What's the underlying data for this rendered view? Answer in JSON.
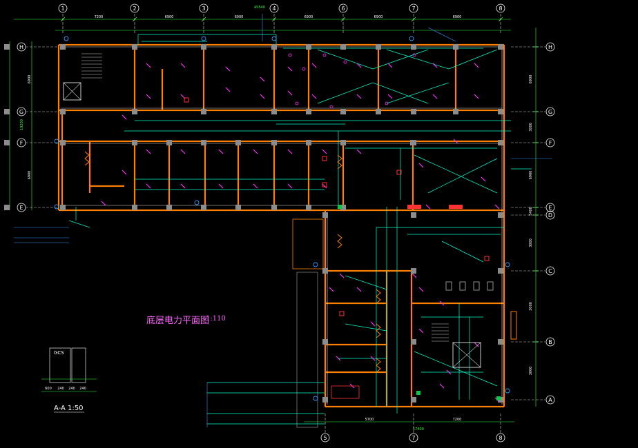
{
  "drawing": {
    "title": "底层电力平面图",
    "scale": "1:110",
    "section_title": "A-A 1:50",
    "section_label": "GCS",
    "total_dim_top": "45540",
    "total_dim_bottom": "17400",
    "left_total_dim": "19200"
  },
  "axes": {
    "top": [
      "1",
      "2",
      "3",
      "4",
      "6",
      "7",
      "8"
    ],
    "bottom": [
      "5",
      "7",
      "8"
    ],
    "left": [
      "H",
      "G",
      "F",
      "E"
    ],
    "right": [
      "H",
      "G",
      "F",
      "E",
      "D",
      "C",
      "B",
      "A"
    ]
  },
  "top_dims": [
    "7200",
    "6900",
    "6900",
    "6900",
    "6900",
    "6900"
  ],
  "bottom_dims": [
    "5700",
    "7200"
  ],
  "right_dims": [
    "6900",
    "3000",
    "6900",
    "5400",
    "3000",
    "3000",
    "3000"
  ],
  "left_dims": [
    "6900",
    "6900"
  ],
  "section_dims": [
    "600",
    "240",
    "240",
    "240"
  ],
  "colors": {
    "background": "#000000",
    "wall": "#ff8000",
    "column": "#8c8c8c",
    "wire": "#00ffcc",
    "outlet": "#ff33ff",
    "axis": "#ffffff",
    "dim": "#33ff33",
    "note": "#3399ff",
    "equipment": "#ff3333",
    "title": "#ff66ff"
  }
}
